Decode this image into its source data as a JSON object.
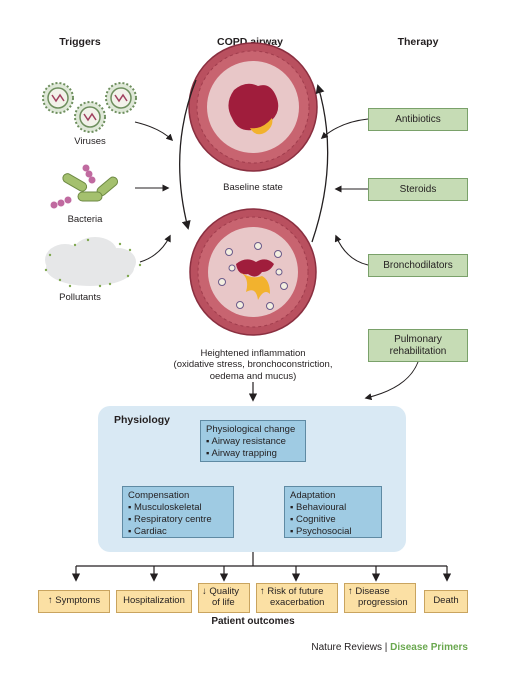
{
  "headers": {
    "triggers": "Triggers",
    "airway": "COPD airway",
    "therapy": "Therapy"
  },
  "triggers": {
    "viruses": "Viruses",
    "bacteria": "Bacteria",
    "pollutants": "Pollutants"
  },
  "airway": {
    "baseline": "Baseline state",
    "inflamed_1": "Heightened inflammation",
    "inflamed_2": "(oxidative stress, bronchoconstriction,",
    "inflamed_3": "oedema and mucus)"
  },
  "therapy": {
    "antibiotics": "Antibiotics",
    "steroids": "Steroids",
    "bronchodilators": "Bronchodilators",
    "rehab_1": "Pulmonary",
    "rehab_2": "rehabilitation"
  },
  "physiology": {
    "title": "Physiology",
    "change": {
      "title": "Physiological change",
      "items": [
        "Airway resistance",
        "Airway trapping"
      ]
    },
    "compensation": {
      "title": "Compensation",
      "items": [
        "Musculoskeletal",
        "Respiratory centre",
        "Cardiac"
      ]
    },
    "adaptation": {
      "title": "Adaptation",
      "items": [
        "Behavioural",
        "Cognitive",
        "Psychosocial"
      ]
    }
  },
  "outcomes": {
    "title": "Patient outcomes",
    "symptoms": "↑ Symptoms",
    "hospitalization": "Hospitalization",
    "qol_1": "↓ Quality",
    "qol_2": "of life",
    "risk_1": "↑ Risk of future",
    "risk_2": "exacerbation",
    "disease_1": "↑ Disease",
    "disease_2": "progression",
    "death": "Death"
  },
  "credit": {
    "journal": "Nature Reviews",
    "separator": "|",
    "series": "Disease Primers"
  },
  "colors": {
    "therapy_box": "#c6dcb5",
    "physiology_panel": "#d9e9f4",
    "physiology_box": "#9fcbe3",
    "outcome_box": "#fbe0a4",
    "credit_accent": "#6aa84f"
  }
}
